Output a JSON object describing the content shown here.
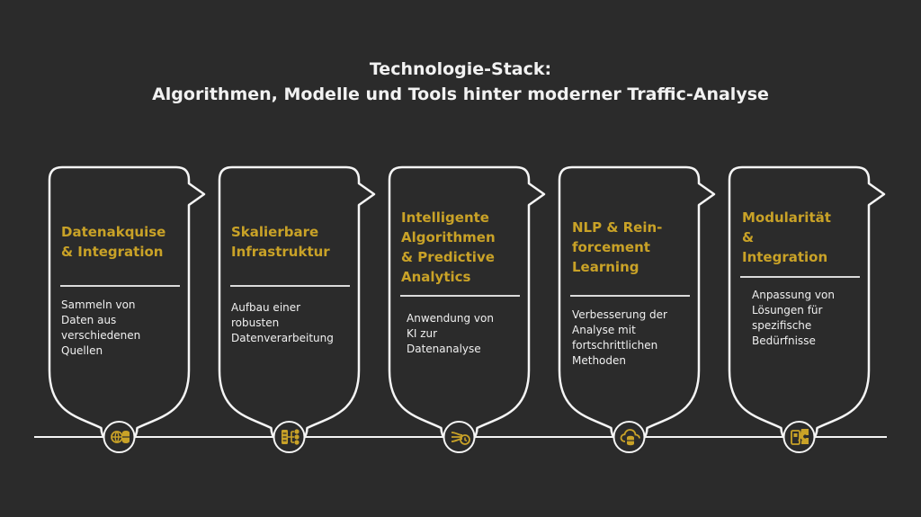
{
  "title": {
    "line1": "Technologie-Stack:",
    "line2": "Algorithmen, Modelle und Tools hinter moderner Traffic-Analyse"
  },
  "cards": [
    {
      "title": [
        "Datenakquise",
        "& Integration"
      ],
      "desc": [
        "Sammeln von",
        "Daten aus",
        "verschiedenen",
        "Quellen"
      ],
      "icon": "globe-database-icon"
    },
    {
      "title": [
        "Skalierbare",
        "Infrastruktur"
      ],
      "desc": [
        "Aufbau einer",
        "robusten",
        "Datenverarbeitung"
      ],
      "icon": "server-network-icon"
    },
    {
      "title": [
        "Intelligente",
        "Algorithmen",
        "& Predictive",
        "Analytics"
      ],
      "desc": [
        "Anwendung von",
        "KI zur",
        "Datenanalyse"
      ],
      "icon": "flow-clock-icon"
    },
    {
      "title": [
        "NLP & Rein-",
        "forcement",
        "Learning"
      ],
      "desc": [
        "Verbesserung der",
        "Analyse mit",
        "fortschrittlichen",
        "Methoden"
      ],
      "icon": "cloud-database-icon"
    },
    {
      "title": [
        "Modularität",
        "&",
        "Integration"
      ],
      "desc": [
        "Anpassung von",
        "Lösungen für",
        "spezifische",
        "Bedürfnisse"
      ],
      "icon": "puzzle-devices-icon"
    }
  ],
  "colors": {
    "accent": "#c9a227",
    "background": "#2b2b2b",
    "stroke": "#f5f5f5"
  }
}
